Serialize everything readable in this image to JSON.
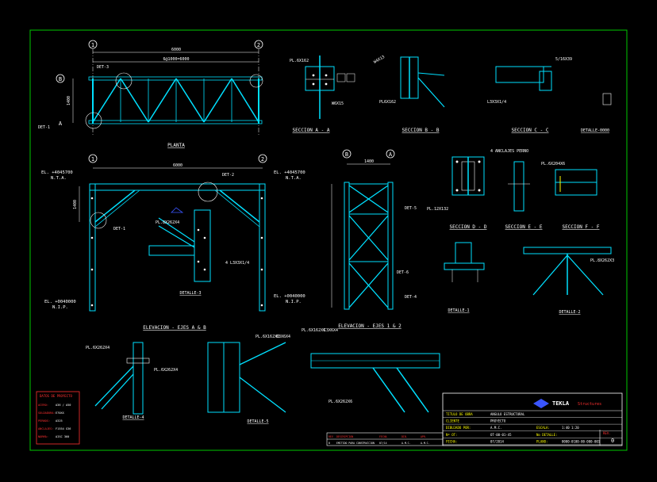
{
  "colors": {
    "background": "#000000",
    "frame": "#00c800",
    "member": "#00e0ff",
    "bolt": "#ffffff",
    "dim": "#ffffff",
    "label": "#ffffff",
    "tag": "#ffff00",
    "accent": "#ff00ff",
    "blue": "#3a55ff",
    "red": "#ff3030"
  },
  "views": {
    "planta": {
      "title": "PLANTA",
      "grid": [
        "1",
        "2",
        "B",
        "A"
      ],
      "dims": [
        "6000",
        "6@1000=6000",
        "1400"
      ],
      "tags": [
        "DET-3",
        "DET-1"
      ]
    },
    "elev_ab": {
      "title": "ELEVACION - EJES A & B",
      "grid": [
        "1",
        "2"
      ],
      "dims": [
        "6000",
        "1400"
      ],
      "levels": [
        "EL. +4045700",
        "N.T.A.",
        "EL. +0040000",
        "N.I.P."
      ],
      "tags": [
        "DET-2",
        "DET-1"
      ]
    },
    "elev_12": {
      "title": "ELEVACION - EJES 1 & 2",
      "grid": [
        "B",
        "A"
      ],
      "dims": [
        "1400"
      ],
      "levels": [
        "EL. +4045700",
        "N.T.A.",
        "EL. +0040000",
        "N.I.P."
      ],
      "tags": [
        "DET-4",
        "DET-5",
        "DET-6"
      ]
    },
    "sec_aa": {
      "title": "SECCION A - A",
      "tags": [
        "PL.6X162",
        "W6X15"
      ]
    },
    "sec_bb": {
      "title": "SECCION B - B",
      "tags": [
        "W4X13",
        "PL6X162"
      ]
    },
    "sec_cc": {
      "title": "SECCION C - C",
      "tags": [
        "5/16X39",
        "L3X3X1/4"
      ]
    },
    "sec_dd": {
      "title": "SECCION D - D",
      "tags": [
        "4 ANCLAJES PERNO",
        "PL.12X132"
      ]
    },
    "sec_ee": {
      "title": "SECCION E - E"
    },
    "sec_ff": {
      "title": "SECCION F - F",
      "tags": [
        "PL.6X204X6"
      ]
    },
    "det1": {
      "title": "DETALLE-1"
    },
    "det2": {
      "title": "DETALLE-2",
      "tags": [
        "PL.8X262X3"
      ]
    },
    "det3": {
      "title": "DETALLE-3",
      "tags": [
        "PL.8X262X4",
        "4 L3X3X1/4"
      ]
    },
    "det4": {
      "title": "DETALLE-4",
      "tags": [
        "PL.6X262X4",
        "PL.6X262X4"
      ]
    },
    "det5": {
      "title": "DETALLE-5",
      "tags": [
        "PL.6X162X6",
        "C3X6X4"
      ]
    },
    "det6": {
      "title": "DETALLE-6",
      "tags": [
        "PL.6X162X6",
        "C3X6X4",
        "PL.6X262X6"
      ]
    },
    "det8": {
      "title": "DETALLE-0000"
    }
  },
  "notes": {
    "header": "DATOS DE PROYECTO",
    "rows": [
      {
        "label": "ACERO:",
        "value": "A36 / A50"
      },
      {
        "label": "SOLDADURA:",
        "value": "E70XX"
      },
      {
        "label": "PERNOS:",
        "value": "A325"
      },
      {
        "label": "ANCLAJES:",
        "value": "F1554 G36"
      },
      {
        "label": "NORMA:",
        "value": "AISC 360"
      }
    ]
  },
  "title_block": {
    "brand": "TEKLA",
    "brand_sub": "Structures",
    "rows": [
      {
        "label": "TITULO DE OBRA",
        "value": "ANGULO ESTRUCTURAL"
      },
      {
        "label": "CLIENTE",
        "value": "PROYECTO"
      },
      {
        "label": "DIBUJADO POR:",
        "value": "A.M.C.",
        "extra_label": "ESCALA:",
        "extra_value": "1:40   1:20"
      },
      {
        "label": "Nº OT:",
        "value": "OT-00-01-45",
        "extra_label": "No DETALLE:",
        "extra_value": ""
      },
      {
        "label": "FECHA:",
        "value": "07/2014",
        "extra_label": "PLANO:",
        "extra_value": "0000-0100-00-000-001"
      }
    ],
    "rev_label": "REV.",
    "rev_value": "0",
    "revisions": {
      "headers": [
        "REV",
        "DESCRIPCION",
        "FECHA",
        "DIB.",
        "APR."
      ],
      "row": [
        "0",
        "EMITIDO PARA CONSTRUCCION",
        "07/14",
        "A.M.C.",
        "A.M.C."
      ]
    }
  }
}
